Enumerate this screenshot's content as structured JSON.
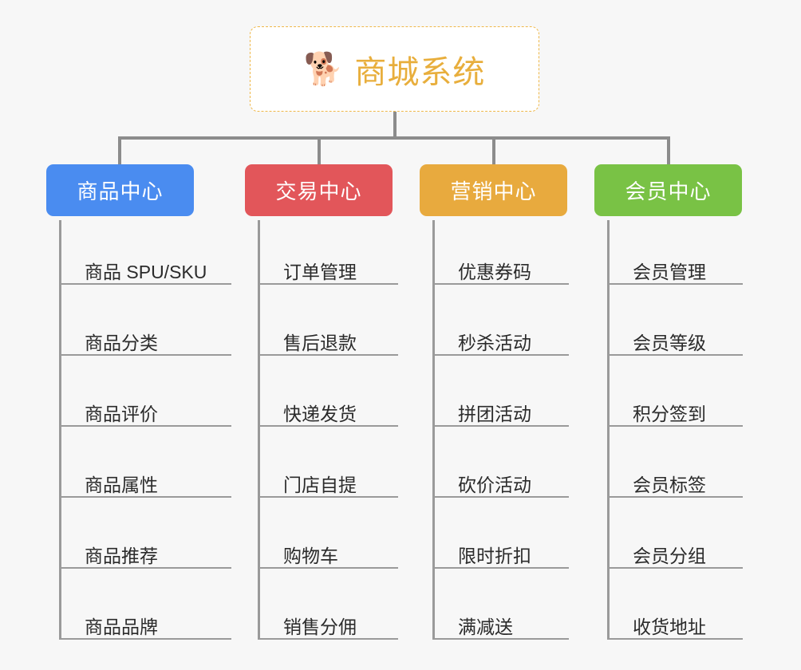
{
  "page": {
    "background_color": "#F7F7F7",
    "line_color": "#8C8C8C",
    "leaf_line_color": "#9A9A9A",
    "leaf_text_color": "#2B2B2B"
  },
  "root": {
    "icon": "shiba-inu-dog-face-emoji",
    "icon_glyph": "🐕",
    "title": "商城系统",
    "title_color": "#E8AE3C",
    "border_color": "#EFB84A",
    "background": "#FFFFFF"
  },
  "columns": [
    {
      "id": "product-center",
      "title": "商品中心",
      "color": "#4A8CF0",
      "items": [
        "商品 SPU/SKU",
        "商品分类",
        "商品评价",
        "商品属性",
        "商品推荐",
        "商品品牌"
      ]
    },
    {
      "id": "trade-center",
      "title": "交易中心",
      "color": "#E2565A",
      "items": [
        "订单管理",
        "售后退款",
        "快递发货",
        "门店自提",
        "购物车",
        "销售分佣"
      ]
    },
    {
      "id": "marketing-center",
      "title": "营销中心",
      "color": "#E8AA3E",
      "items": [
        "优惠券码",
        "秒杀活动",
        "拼团活动",
        "砍价活动",
        "限时折扣",
        "满减送"
      ]
    },
    {
      "id": "member-center",
      "title": "会员中心",
      "color": "#79C245",
      "items": [
        "会员管理",
        "会员等级",
        "积分签到",
        "会员标签",
        "会员分组",
        "收货地址"
      ]
    }
  ]
}
